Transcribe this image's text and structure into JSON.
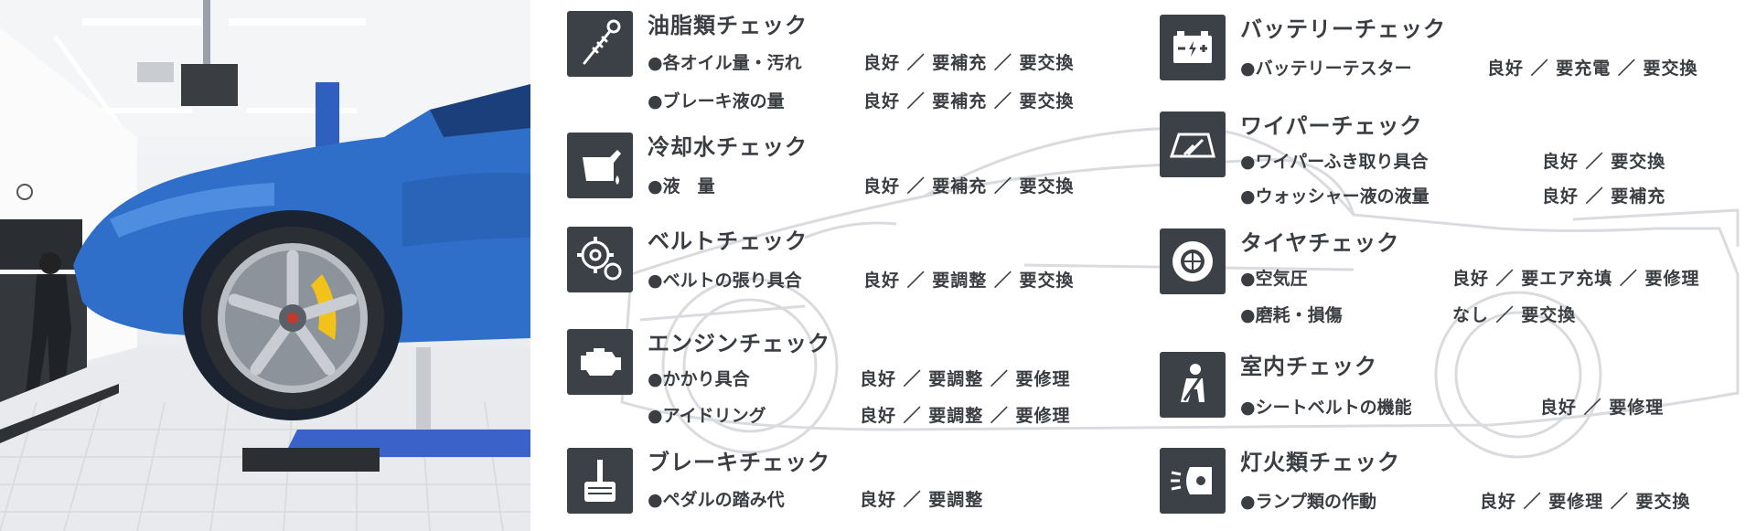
{
  "groups": [
    {
      "title": "油脂類チェック",
      "icon": "oil-dipstick-icon",
      "rows": [
        {
          "item": "●各オイル量・汚れ",
          "options": "良好 ／ 要補充 ／ 要交換"
        },
        {
          "item": "●ブレーキ液の量",
          "options": "良好 ／ 要補充 ／ 要交換"
        }
      ]
    },
    {
      "title": "冷却水チェック",
      "icon": "coolant-icon",
      "rows": [
        {
          "item": "●液　量",
          "options": "良好 ／ 要補充 ／ 要交換"
        }
      ]
    },
    {
      "title": "ベルトチェック",
      "icon": "belt-gear-icon",
      "rows": [
        {
          "item": "●ベルトの張り具合",
          "options": "良好 ／ 要調整 ／ 要交換"
        }
      ]
    },
    {
      "title": "エンジンチェック",
      "icon": "engine-icon",
      "rows": [
        {
          "item": "●かかり具合",
          "options": "良好 ／ 要調整 ／ 要修理"
        },
        {
          "item": "●アイドリング",
          "options": "良好 ／ 要調整 ／ 要修理"
        }
      ]
    },
    {
      "title": "ブレーキチェック",
      "icon": "brake-pedal-icon",
      "rows": [
        {
          "item": "●ペダルの踏み代",
          "options": "良好 ／ 要調整"
        }
      ]
    },
    {
      "title": "バッテリーチェック",
      "icon": "battery-icon",
      "rows": [
        {
          "item": "●バッテリーテスター",
          "options": "良好 ／ 要充電 ／ 要交換"
        }
      ]
    },
    {
      "title": "ワイパーチェック",
      "icon": "wiper-icon",
      "rows": [
        {
          "item": "●ワイパーふき取り具合",
          "options": "良好 ／ 要交換"
        },
        {
          "item": "●ウォッシャー液の液量",
          "options": "良好 ／ 要補充"
        }
      ]
    },
    {
      "title": "タイヤチェック",
      "icon": "tire-icon",
      "rows": [
        {
          "item": "●空気圧",
          "options": "良好 ／ 要エア充填 ／ 要修理"
        },
        {
          "item": "●磨耗・損傷",
          "options": "なし ／ 要交換"
        }
      ]
    },
    {
      "title": "室内チェック",
      "icon": "seatbelt-icon",
      "rows": [
        {
          "item": "●シートベルトの機能",
          "options": "良好 ／ 要修理"
        }
      ]
    },
    {
      "title": "灯火類チェック",
      "icon": "headlamp-icon",
      "rows": [
        {
          "item": "●ランプ類の作動",
          "options": "良好 ／ 要修理 ／ 要交換"
        }
      ]
    }
  ],
  "colors": {
    "icon_bg": "#3c4148",
    "text": "#3a3d42",
    "car": "#2f6fc9",
    "caliper": "#f2c21b"
  }
}
